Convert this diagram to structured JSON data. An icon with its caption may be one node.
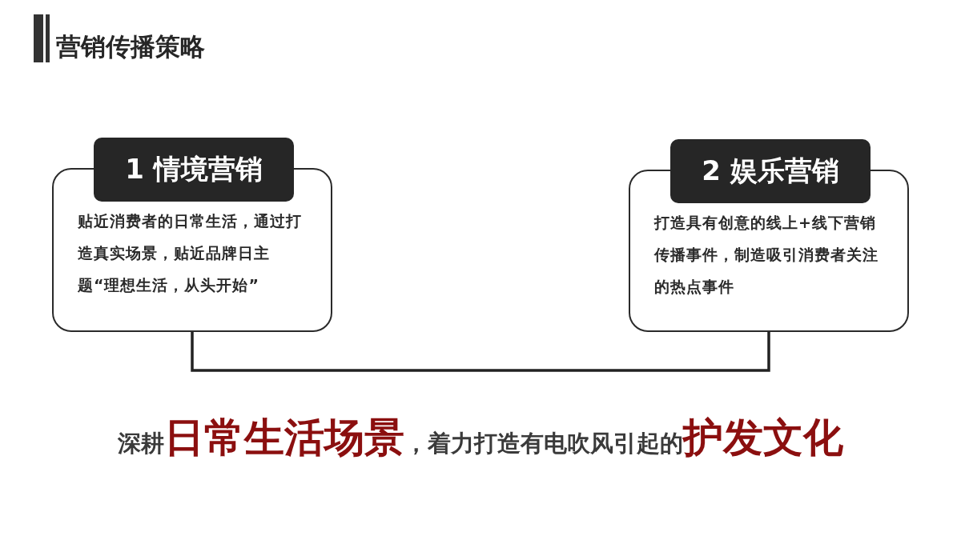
{
  "diagram": {
    "title": "营销传播策略",
    "nodes": [
      {
        "text": [
          "1 情境营销",
          "贴近消费者的日常生活，通过打造真实场景，贴近品牌日主题“理想生活，从头开始”"
        ]
      },
      {
        "text": [
          "2 娱乐营销",
          "打造具有创意的线上+线下营销传播事件，制造吸引消费者关注的热点事件"
        ]
      }
    ],
    "edges": [
      {
        "from": 0,
        "to": 1,
        "arrow": "none"
      }
    ],
    "labels": [
      "深耕**日常生活场景**，着力打造有电吹风引起的**护发文化**"
    ]
  }
}
